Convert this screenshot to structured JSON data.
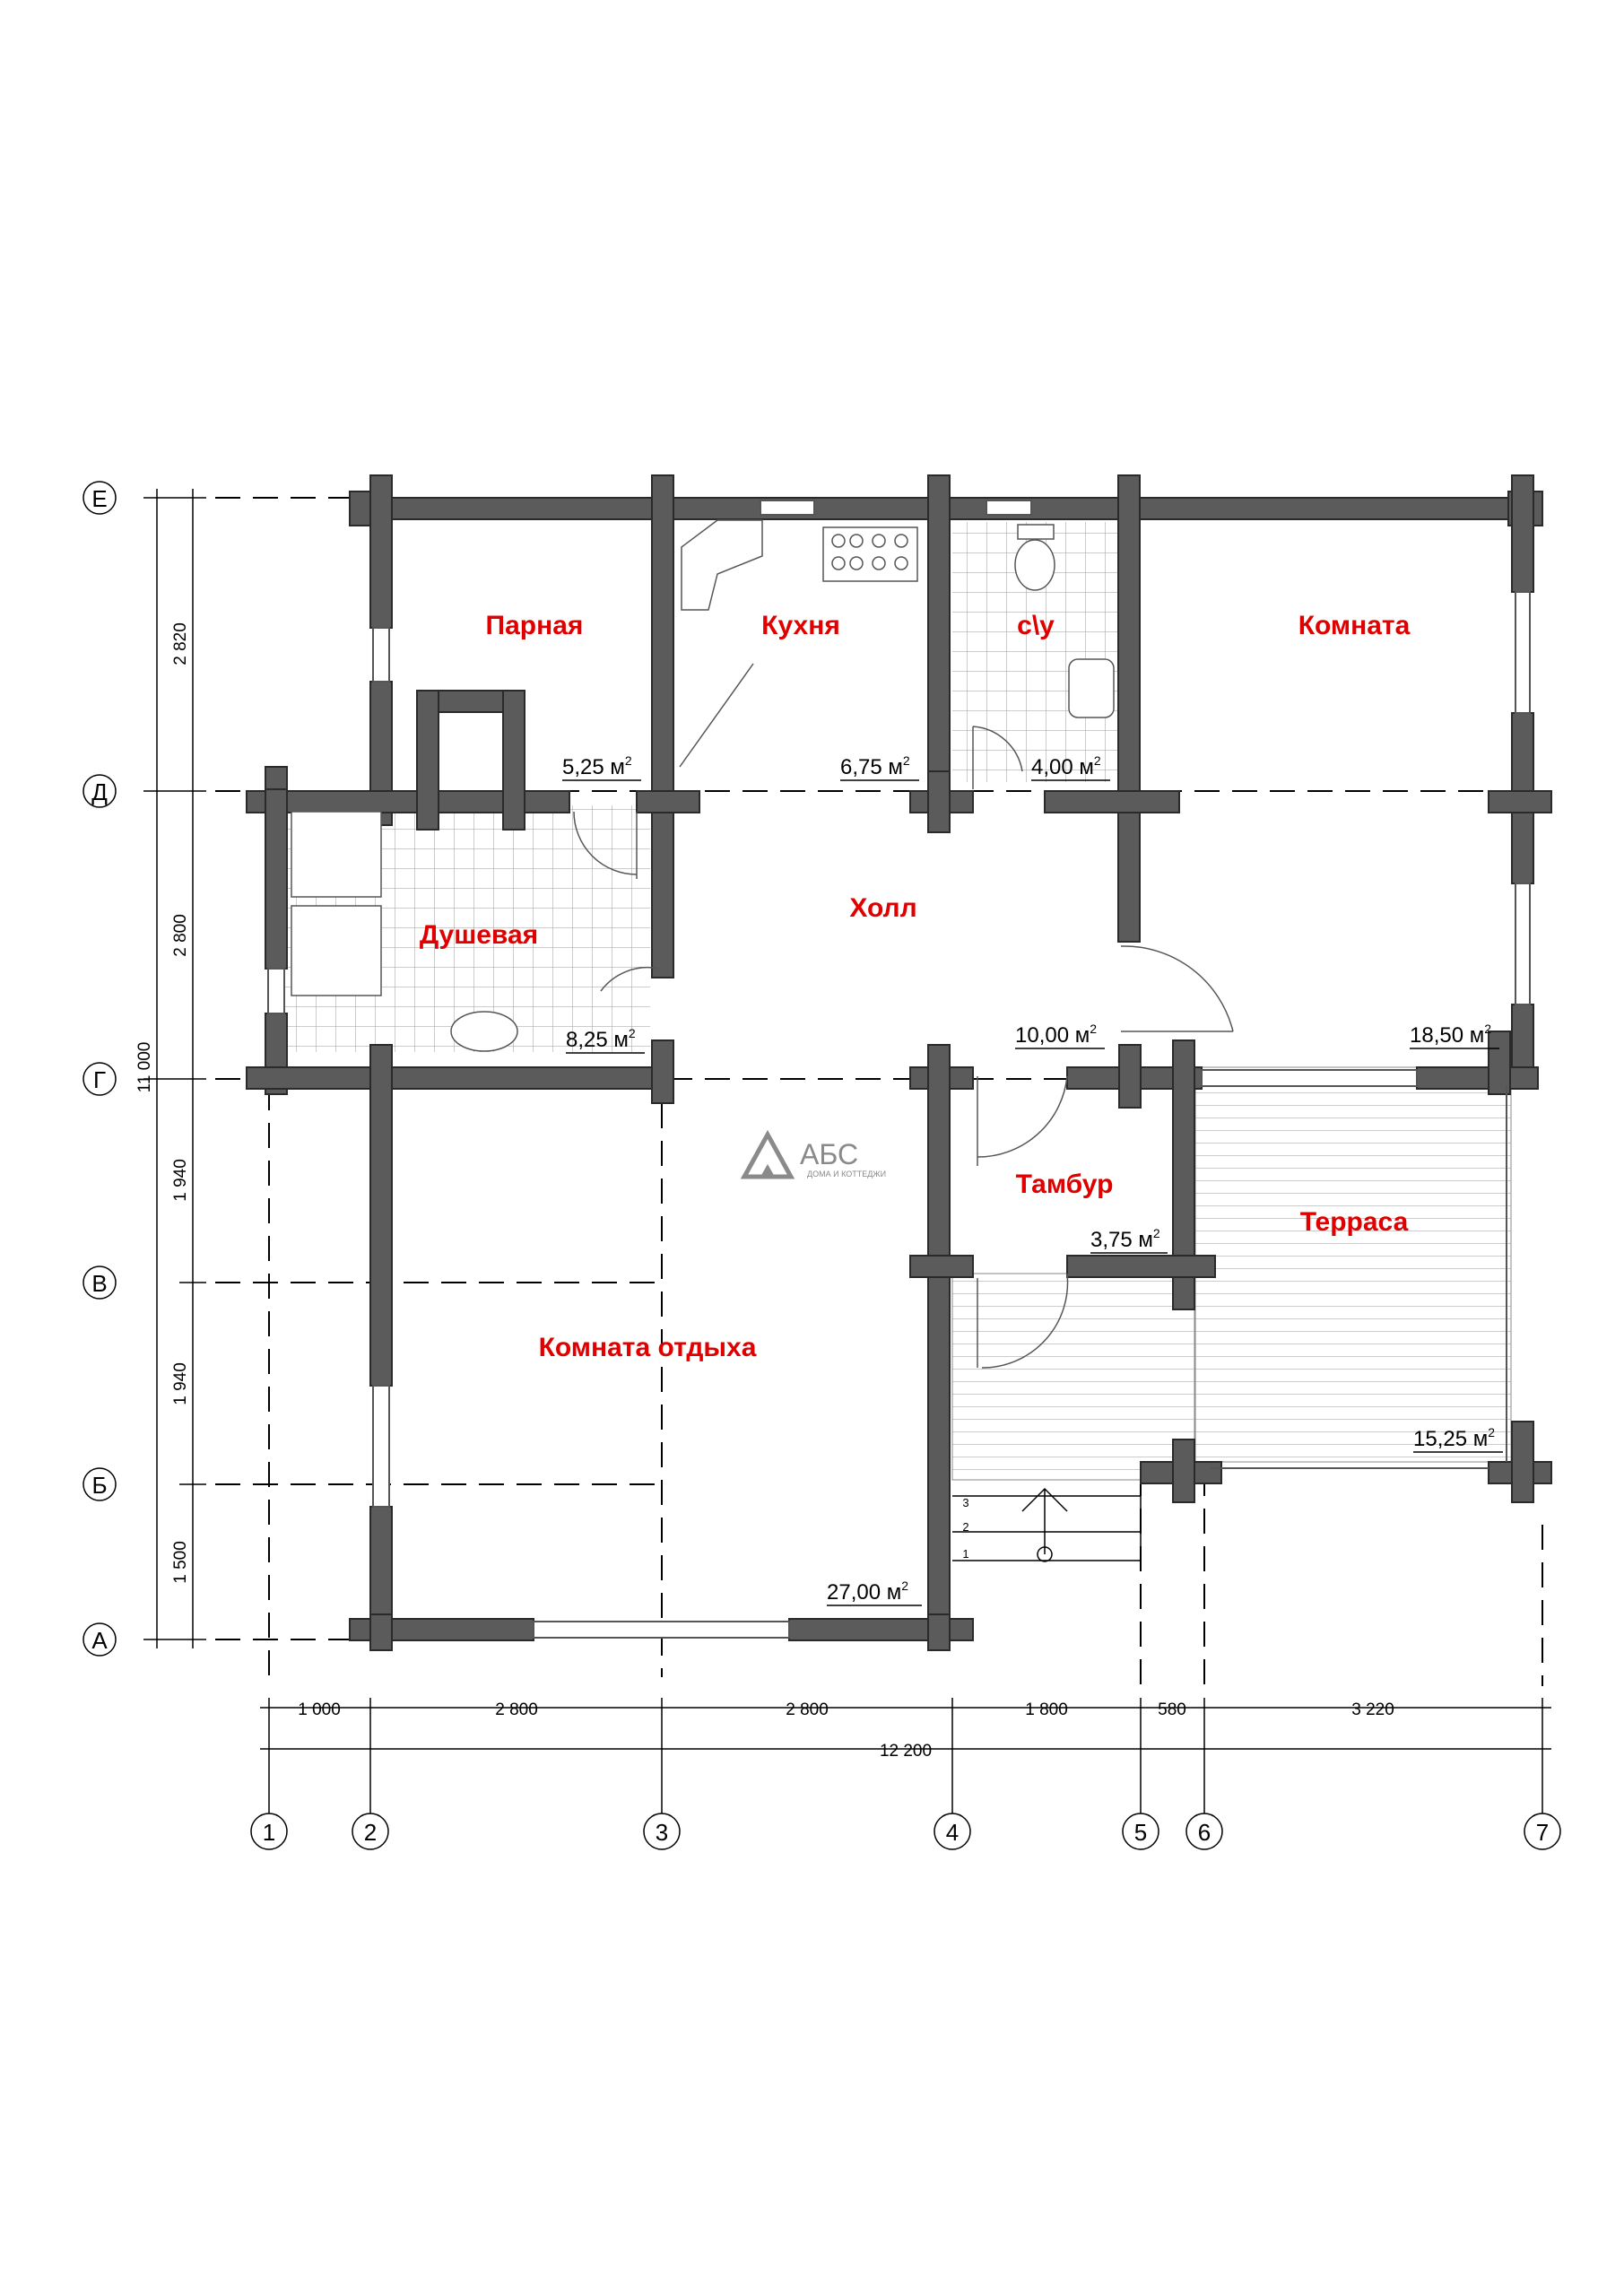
{
  "rooms": {
    "parnaya": "Парная",
    "kukhnya": "Кухня",
    "su": "с\\у",
    "komnata": "Комната",
    "dushevaya": "Душевая",
    "holl": "Холл",
    "tambur": "Тамбур",
    "terrasa": "Терраса",
    "komnata_otdykha": "Комната отдыха"
  },
  "areas": {
    "parnaya": "5,25 м",
    "kukhnya": "6,75 м",
    "su": "4,00 м",
    "dushevaya": "8,25 м",
    "holl": "10,00 м",
    "komnata": "18,50 м",
    "tambur": "3,75 м",
    "terrasa": "15,25 м",
    "komnata_otdykha": "27,00 м",
    "unit_sup": "2"
  },
  "axes_rows": [
    "Е",
    "Д",
    "Г",
    "В",
    "Б",
    "А"
  ],
  "axes_cols": [
    "1",
    "2",
    "3",
    "4",
    "5",
    "6",
    "7"
  ],
  "dims_vertical": [
    "2 820",
    "2 800",
    "1 940",
    "1 940",
    "1 500"
  ],
  "dim_vertical_total": "11 000",
  "dims_horizontal": [
    "1 000",
    "2 800",
    "2 800",
    "1 800",
    "580",
    "3 220"
  ],
  "dim_horizontal_total": "12 200",
  "stairs": [
    "3",
    "2",
    "1"
  ],
  "logo": {
    "title": "АБС",
    "subtitle": "ДОМА И КОТТЕДЖИ"
  }
}
